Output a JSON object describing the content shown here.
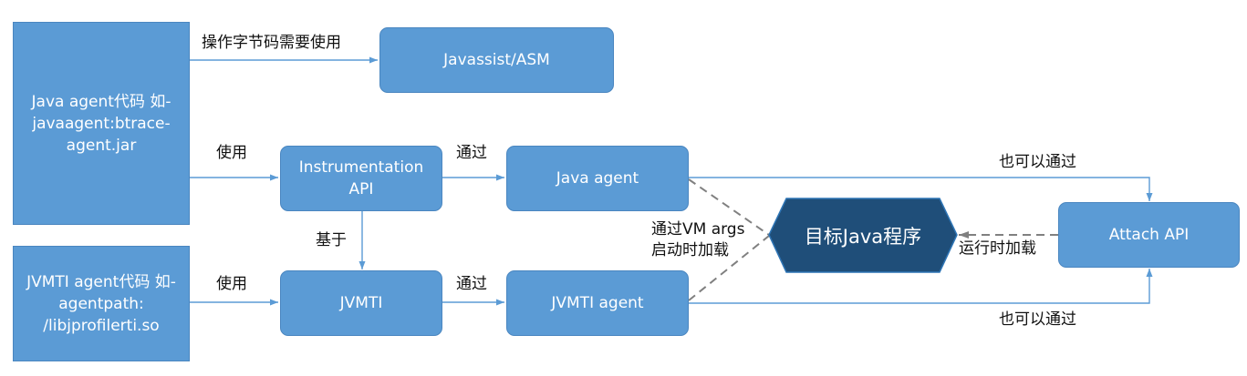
{
  "boxes": {
    "java_agent_code": "Java agent代码 如-javaagent:btrace-agent.jar",
    "jvmti_agent_code": "JVMTI agent代码 如-agentpath: /libjprofilerti.so",
    "javassist": "Javassist/ASM",
    "instrumentation": "Instrumentation API",
    "java_agent": "Java agent",
    "jvmti": "JVMTI",
    "jvmti_agent": "JVMTI agent",
    "target": "目标Java程序",
    "attach_api": "Attach API"
  },
  "labels": {
    "bytecode": "操作字节码需要使用",
    "use_top": "使用",
    "use_bottom": "使用",
    "via_top": "通过",
    "via_bottom": "通过",
    "based_on": "基于",
    "also_via_top": "也可以通过",
    "also_via_bottom": "也可以通过",
    "vm_args_1": "通过VM args",
    "vm_args_2": "启动时加载",
    "runtime_load": "运行时加载"
  },
  "colors": {
    "box_fill": "#5b9bd5",
    "target_fill": "#1f4e79",
    "arrow": "#5b9bd5",
    "dashed": "#808080"
  }
}
